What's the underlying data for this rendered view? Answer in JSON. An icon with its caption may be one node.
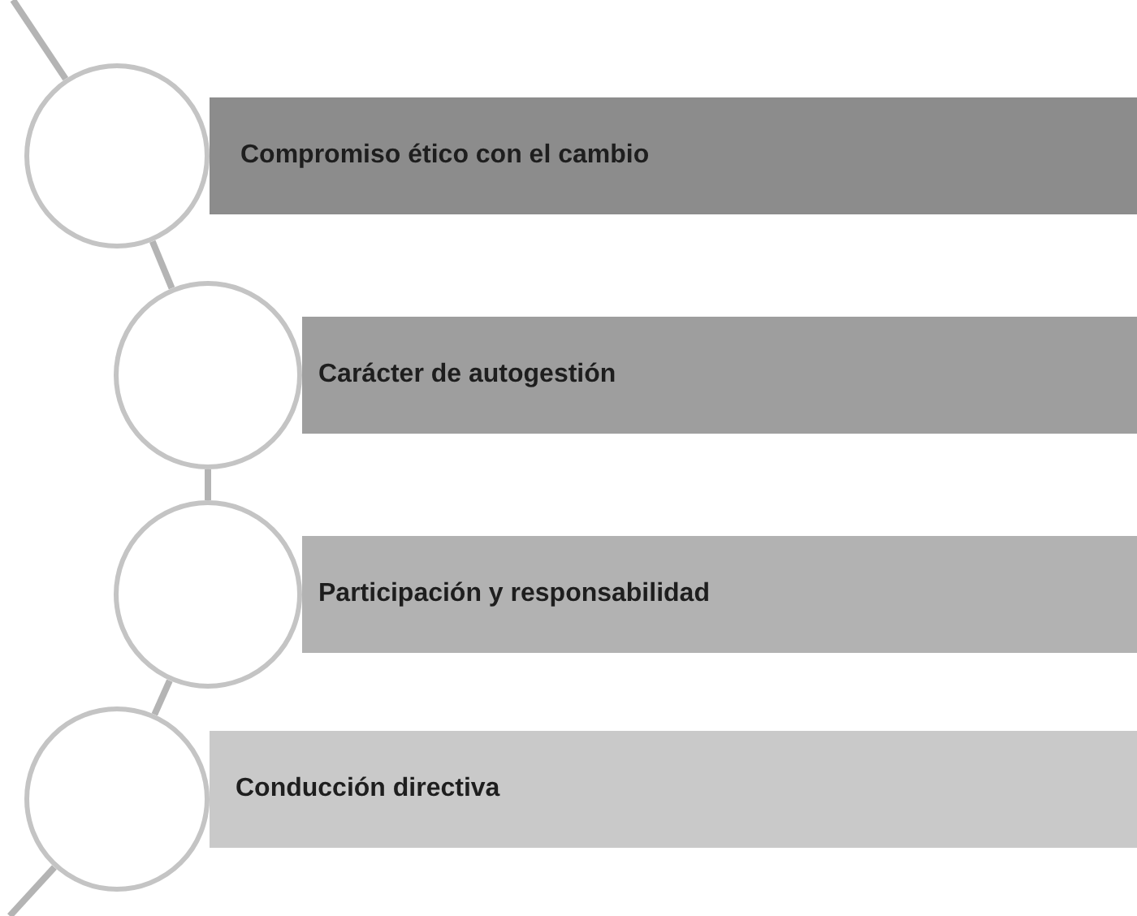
{
  "diagram": {
    "nodes": [
      {
        "text": [
          "Compromiso ético con el cambio"
        ]
      },
      {
        "text": [
          "Carácter de autogestión"
        ]
      },
      {
        "text": [
          "Participación y responsabilidad"
        ]
      },
      {
        "text": [
          "Conducción directiva"
        ]
      },
      {
        "text": [],
        "shape": "circle"
      },
      {
        "text": [],
        "shape": "circle"
      },
      {
        "text": [],
        "shape": "circle"
      },
      {
        "text": [],
        "shape": "circle"
      }
    ],
    "edges": [
      {
        "from": null,
        "to": 4,
        "arrow": "none"
      },
      {
        "from": 4,
        "to": 5,
        "arrow": "none"
      },
      {
        "from": 5,
        "to": 6,
        "arrow": "none"
      },
      {
        "from": 6,
        "to": 7,
        "arrow": "none"
      },
      {
        "from": 7,
        "to": null,
        "arrow": "none"
      }
    ]
  }
}
